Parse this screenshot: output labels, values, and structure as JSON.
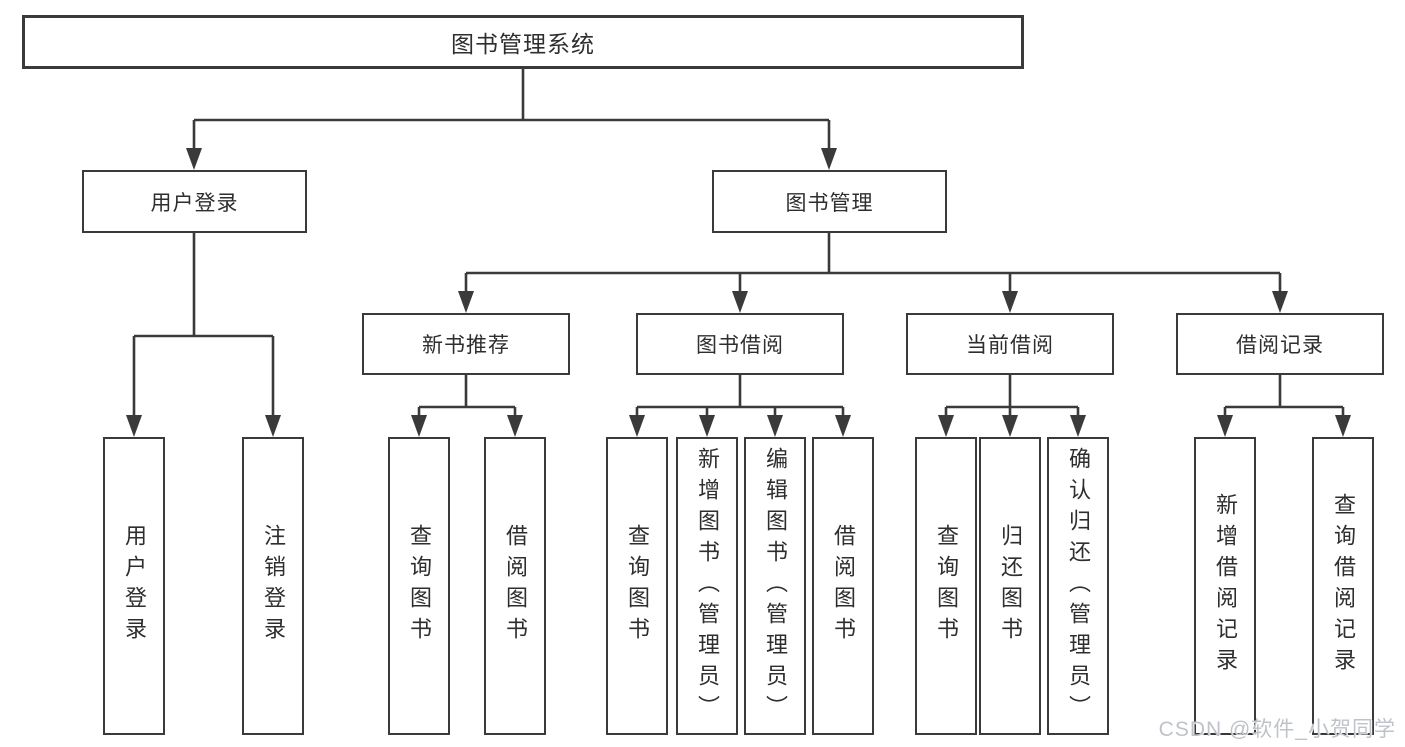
{
  "colors": {
    "line": "#3a3a3a",
    "box_border": "#3a3a3a",
    "text": "#2e2e2e",
    "background": "#ffffff",
    "watermark": "#bfc3c9"
  },
  "watermark": {
    "text": "CSDN @软件_小贺同学"
  },
  "tree": {
    "root": {
      "label": "图书管理系统",
      "children": [
        {
          "label": "用户登录",
          "children": [
            {
              "label": "用户登录"
            },
            {
              "label": "注销登录"
            }
          ]
        },
        {
          "label": "图书管理",
          "children": [
            {
              "label": "新书推荐",
              "children": [
                {
                  "label": "查询图书"
                },
                {
                  "label": "借阅图书"
                }
              ]
            },
            {
              "label": "图书借阅",
              "children": [
                {
                  "label": "查询图书"
                },
                {
                  "label": "新增图书（管理员）"
                },
                {
                  "label": "编辑图书（管理员）"
                },
                {
                  "label": "借阅图书"
                }
              ]
            },
            {
              "label": "当前借阅",
              "children": [
                {
                  "label": "查询图书"
                },
                {
                  "label": "归还图书"
                },
                {
                  "label": "确认归还（管理员）"
                }
              ]
            },
            {
              "label": "借阅记录",
              "children": [
                {
                  "label": "新增借阅记录"
                },
                {
                  "label": "查询借阅记录"
                }
              ]
            }
          ]
        }
      ]
    }
  }
}
